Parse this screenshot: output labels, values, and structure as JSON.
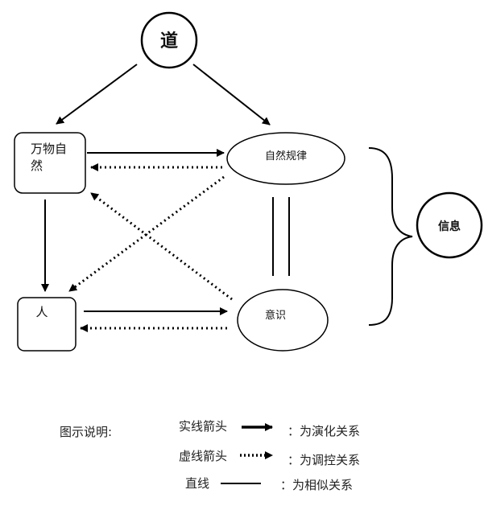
{
  "nodes": {
    "dao": "道",
    "wanwu_line1": "万物自",
    "wanwu_line2": "然",
    "ziran": "自然规律",
    "ren": "人",
    "yishi": "意识",
    "xinxi": "信息"
  },
  "legend": {
    "title": "图示说明:",
    "solid_label": "实线箭头",
    "solid_meaning": "：为演化关系",
    "dotted_label": "虚线箭头",
    "dotted_meaning": "：为调控关系",
    "line_label": "直线",
    "line_meaning": "：为相似关系"
  }
}
